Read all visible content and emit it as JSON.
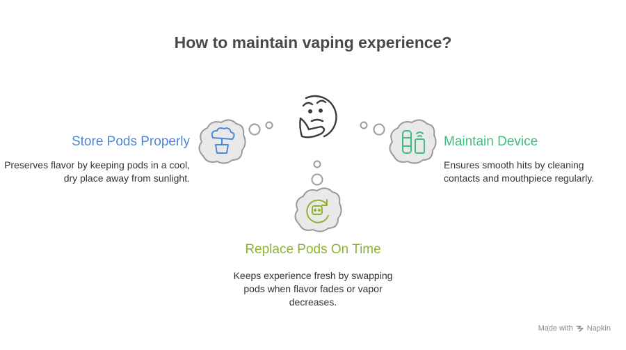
{
  "title": "How to maintain vaping experience?",
  "items": [
    {
      "heading": "Store Pods Properly",
      "description": "Preserves flavor by keeping pods in a cool, dry place away from sunlight.",
      "icon": "plant-pot-icon",
      "color": "#4a86d9"
    },
    {
      "heading": "Maintain Device",
      "description": "Ensures smooth hits by cleaning contacts and mouthpiece regularly.",
      "icon": "vape-device-icon",
      "color": "#3ebd7f"
    },
    {
      "heading": "Replace Pods On Time",
      "description": "Keeps experience fresh by swapping pods when flavor fades or vapor decreases.",
      "icon": "robot-refresh-icon",
      "color": "#8fb132"
    }
  ],
  "footer": {
    "made_with": "Made with",
    "brand": "Napkin"
  }
}
